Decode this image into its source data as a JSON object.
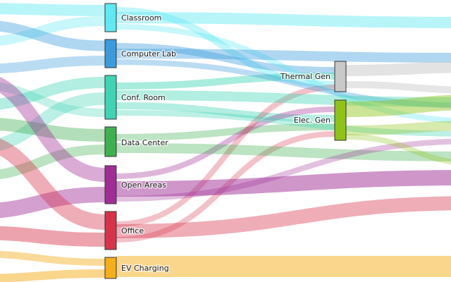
{
  "colors": {
    "classroom": "#5fe9f2",
    "computer_lab": "#3a9bdc",
    "conf_room": "#3fd4b4",
    "data_center": "#3fb04f",
    "open_areas": "#a02d96",
    "office": "#d8324a",
    "ev_charging": "#f5ae1c",
    "thermal_gen": "#c8c8c8",
    "elec_gen": "#8fc416"
  },
  "nodes": {
    "classroom": {
      "label": "Classroom"
    },
    "computer_lab": {
      "label": "Computer Lab"
    },
    "conf_room": {
      "label": "Conf. Room"
    },
    "data_center": {
      "label": "Data Center"
    },
    "open_areas": {
      "label": "Open Areas"
    },
    "office": {
      "label": "Office"
    },
    "ev_charging": {
      "label": "EV Charging"
    },
    "thermal_gen": {
      "label": "Thermal Gen"
    },
    "elec_gen": {
      "label": "Elec. Gen"
    }
  }
}
